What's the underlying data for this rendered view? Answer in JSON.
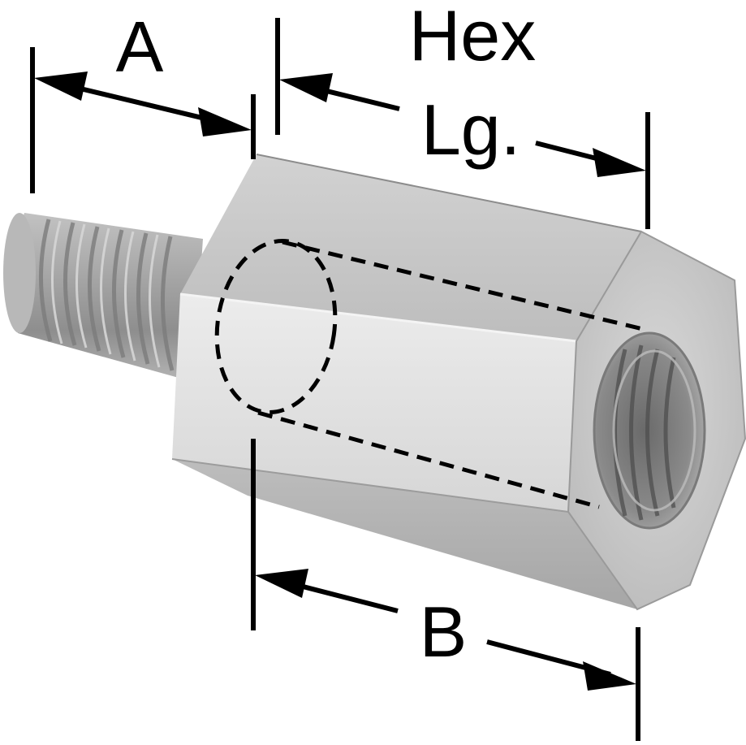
{
  "labels": {
    "a": "A",
    "hex_line1": "Hex",
    "hex_line2": "Lg.",
    "b": "B"
  },
  "colors": {
    "ink": "#000000",
    "metal_light": "#e4e4e4",
    "metal_mid": "#c8c8c8",
    "metal_dark": "#9a9a9a"
  }
}
